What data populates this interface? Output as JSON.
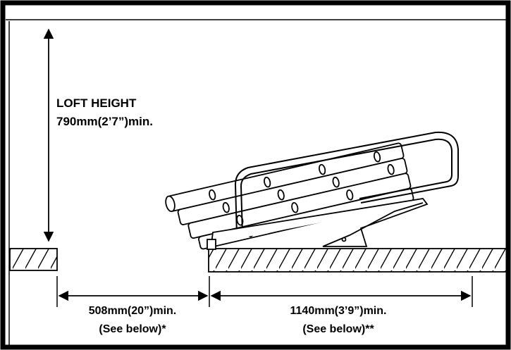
{
  "loft_height": {
    "title": "LOFT HEIGHT",
    "value": "790mm(2’7”)min."
  },
  "gap_dimension": {
    "value": "508mm(20”)min.",
    "note": "(See below)*"
  },
  "ladder_dimension": {
    "value": "1140mm(3’9”)min.",
    "note": "(See below)**"
  },
  "colors": {
    "line": "#000000",
    "background": "#ffffff"
  }
}
